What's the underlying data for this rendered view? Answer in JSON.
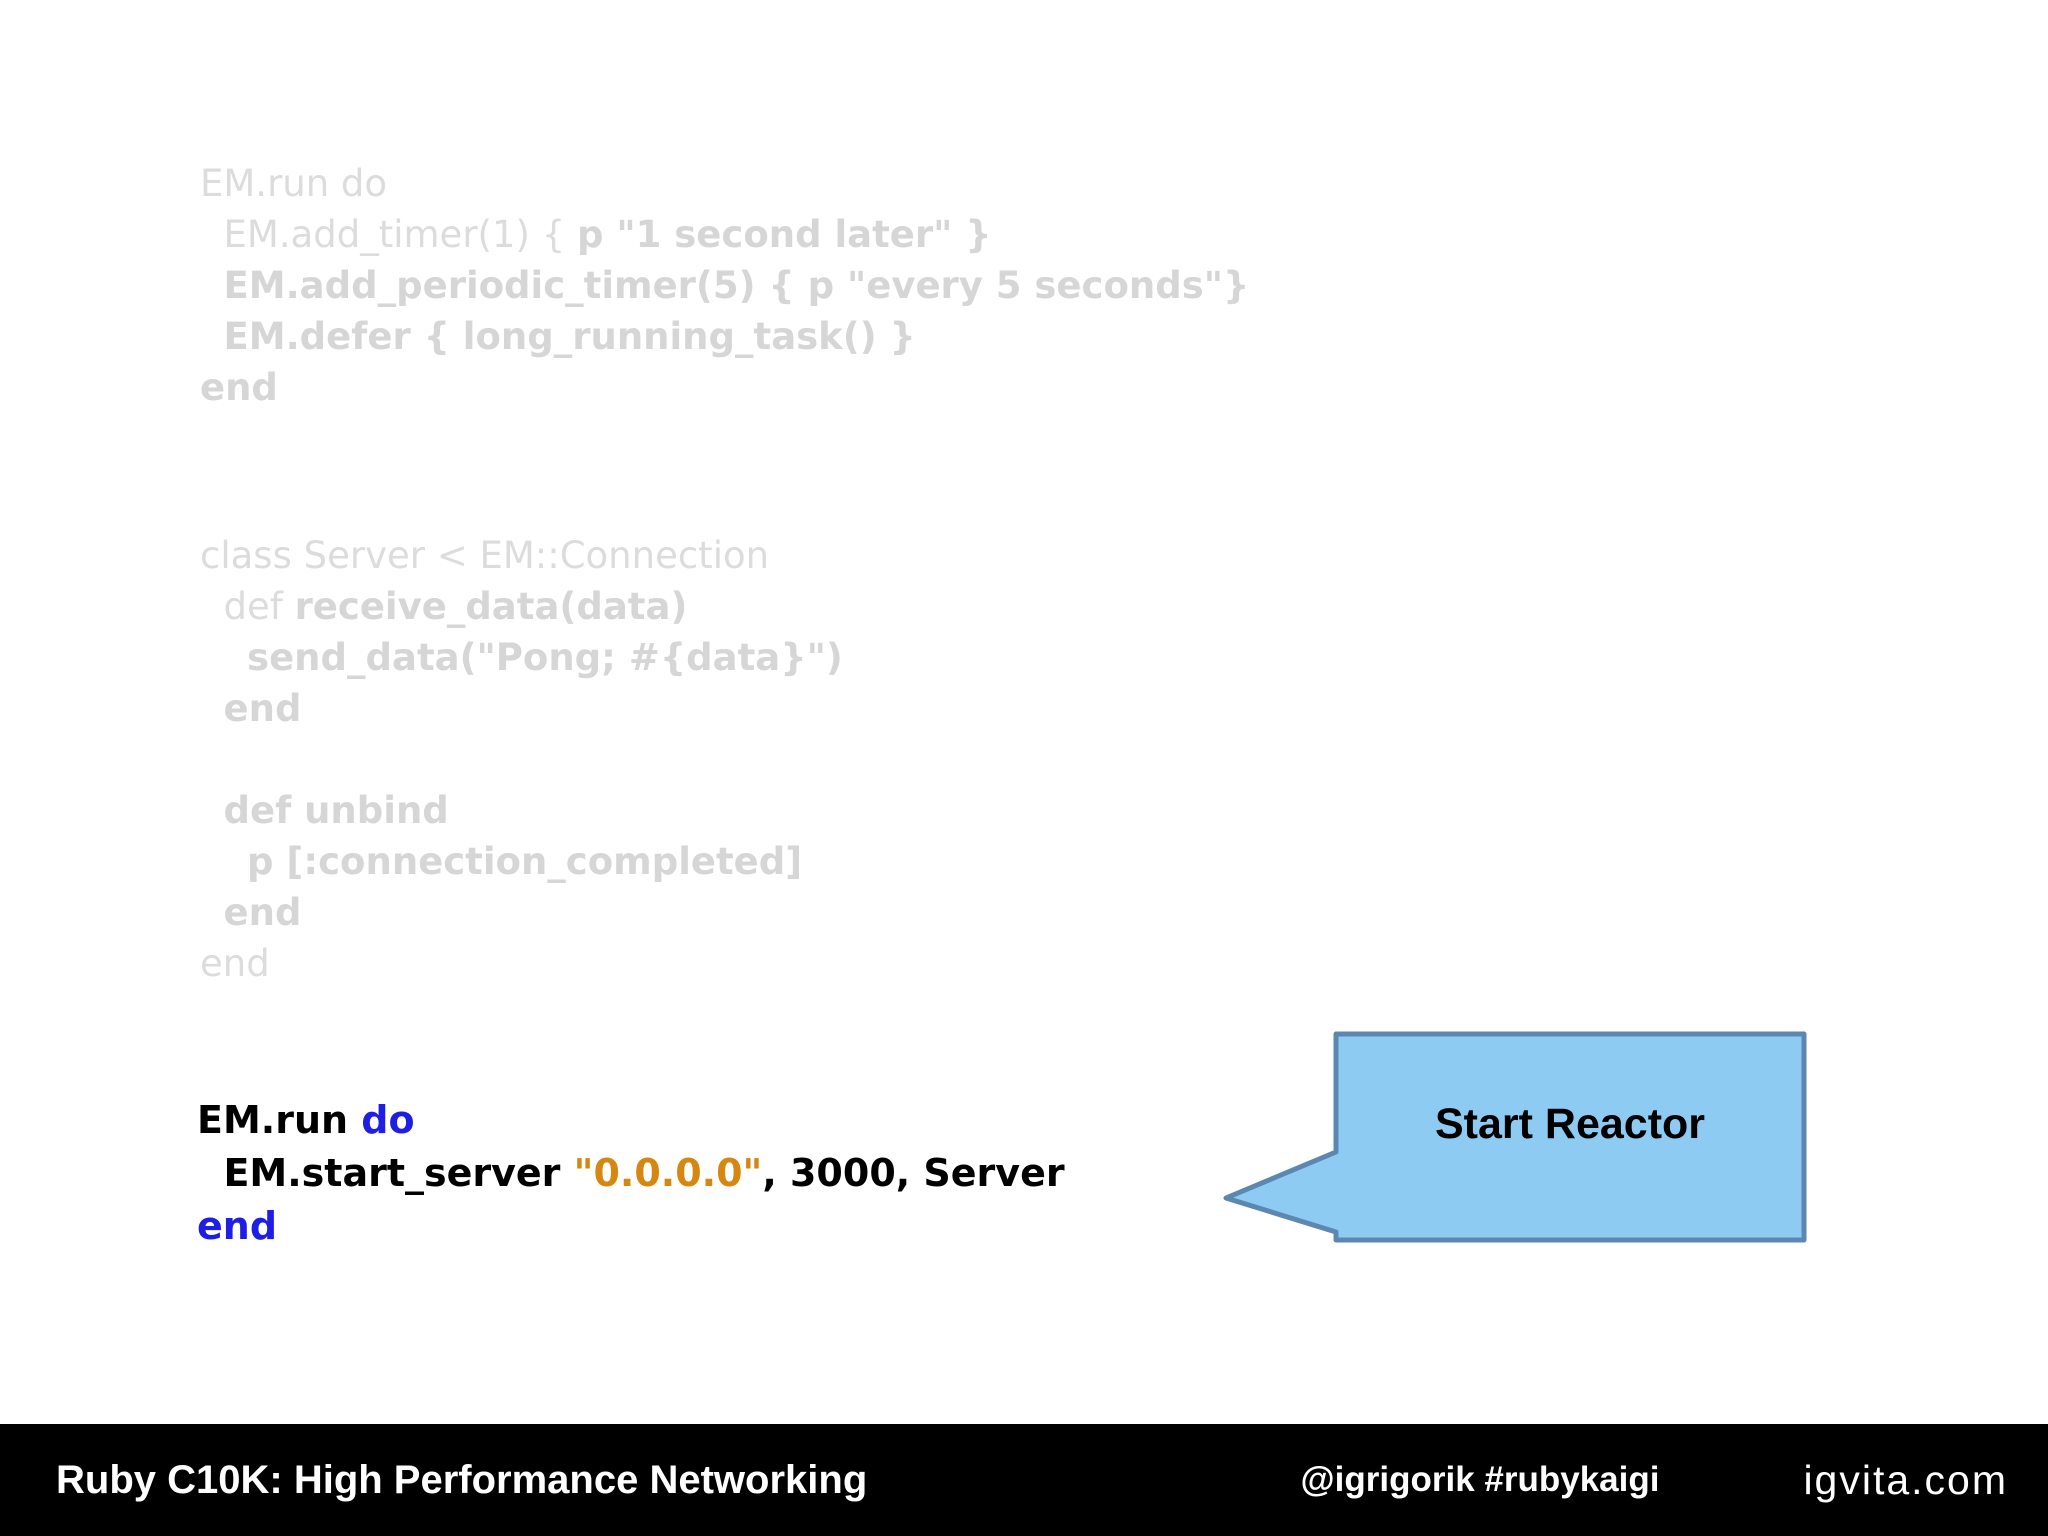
{
  "slide": {
    "colors": {
      "background": "#ffffff",
      "faded_regular": "#dcdcdc",
      "faded_bold": "#d6d6d6",
      "code_black": "#000000",
      "keyword_blue": "#1e1ee4",
      "string_orange": "#d5870f",
      "callout_fill": "#8ecbf2",
      "callout_border": "#5b87b0",
      "footer_bg": "#000000",
      "footer_fg": "#ffffff"
    },
    "code_blocks": [
      {
        "id": "timers-faded",
        "lines": [
          [
            {
              "t": "EM.run do",
              "s": "r"
            }
          ],
          [
            {
              "t": "  EM.add_timer(1) { ",
              "s": "r"
            },
            {
              "t": "p \"1 second later\" }",
              "s": "b"
            }
          ],
          [
            {
              "t": "  ",
              "s": "r"
            },
            {
              "t": "EM.add_periodic_timer(5) { p \"every 5 seconds\"}",
              "s": "b"
            }
          ],
          [
            {
              "t": "  ",
              "s": "r"
            },
            {
              "t": "EM.defer { long_running_task() }",
              "s": "b"
            }
          ],
          [
            {
              "t": "end",
              "s": "b"
            }
          ]
        ]
      },
      {
        "id": "server-class-faded",
        "lines": [
          [
            {
              "t": "class Server < EM::Connection",
              "s": "r"
            }
          ],
          [
            {
              "t": "  def ",
              "s": "r"
            },
            {
              "t": "receive_data(data)",
              "s": "b"
            }
          ],
          [
            {
              "t": "    ",
              "s": "r"
            },
            {
              "t": "send_data(\"Pong; #{data}\")",
              "s": "b"
            }
          ],
          [
            {
              "t": "  ",
              "s": "r"
            },
            {
              "t": "end",
              "s": "b"
            }
          ],
          [
            {
              "t": " ",
              "s": "r"
            }
          ],
          [
            {
              "t": "  ",
              "s": "r"
            },
            {
              "t": "def unbind",
              "s": "b"
            }
          ],
          [
            {
              "t": "    ",
              "s": "r"
            },
            {
              "t": "p [:connection_completed]",
              "s": "b"
            }
          ],
          [
            {
              "t": "  ",
              "s": "r"
            },
            {
              "t": "end",
              "s": "b"
            }
          ],
          [
            {
              "t": "end",
              "s": "r"
            }
          ]
        ]
      },
      {
        "id": "start-server-active",
        "lines": [
          [
            {
              "t": "EM.run ",
              "s": "k"
            },
            {
              "t": "do",
              "s": "kw"
            }
          ],
          [
            {
              "t": "  EM.start_server ",
              "s": "k"
            },
            {
              "t": "\"0.0.0.0\"",
              "s": "str"
            },
            {
              "t": ", 3000, Server",
              "s": "k"
            }
          ],
          [
            {
              "t": "end",
              "s": "kw"
            }
          ]
        ]
      }
    ],
    "callout": {
      "label": "Start Reactor"
    },
    "footer": {
      "title": "Ruby C10K: High Performance Networking",
      "handle": "@igrigorik #rubykaigi",
      "site": "igvita.com"
    }
  }
}
